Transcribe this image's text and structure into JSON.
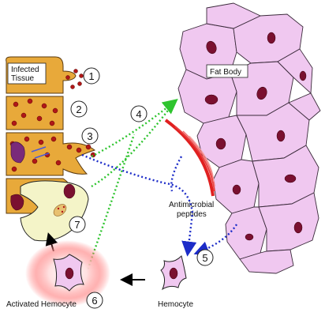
{
  "labels": {
    "infected_tissue": "Infected\nTissue",
    "fat_body": "Fat Body",
    "antimicrobial_peptides": "Antimicrobial\npeptides",
    "hemocyte": "Hemocyte",
    "activated_hemocyte": "Activated Hemocyte"
  },
  "steps": [
    "1",
    "2",
    "3",
    "4",
    "5",
    "6",
    "7"
  ],
  "colors": {
    "green_arrow": "#2ec42e",
    "blue_arrow": "#1c2cc8",
    "peptide_red": "#e02020",
    "fat_body_fill": "#f0c8f0",
    "tissue_fill": "#e8a93a",
    "nucleus": "#7a1030",
    "glow": "#ff6060"
  }
}
